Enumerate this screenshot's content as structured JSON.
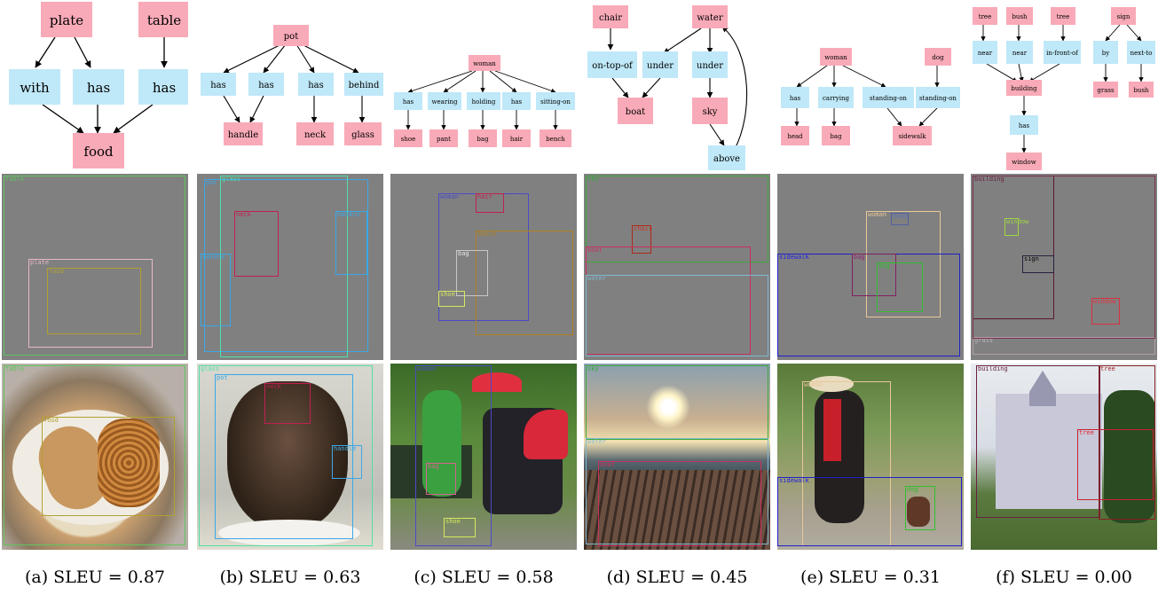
{
  "figure": {
    "columns": [
      {
        "caption": "(a) SLEU = 0.87",
        "graph": {
          "objects": [
            "plate",
            "table",
            "food"
          ],
          "relations": [
            "with",
            "has",
            "has"
          ]
        },
        "layout_boxes": [
          "table",
          "plate",
          "food"
        ],
        "photo_boxes": [
          "table",
          "food"
        ]
      },
      {
        "caption": "(b) SLEU = 0.63",
        "graph": {
          "objects": [
            "pot",
            "handle",
            "neck",
            "glass"
          ],
          "relations": [
            "has",
            "has",
            "has",
            "behind"
          ]
        },
        "layout_boxes": [
          "pot",
          "glass",
          "neck",
          "handle",
          "handle"
        ],
        "photo_boxes": [
          "glass",
          "pot",
          "neck",
          "handle"
        ]
      },
      {
        "caption": "(c) SLEU = 0.58",
        "graph": {
          "objects": [
            "woman",
            "shoe",
            "pant",
            "bag",
            "hair",
            "bench"
          ],
          "relations": [
            "has",
            "wearing",
            "holding",
            "has",
            "sitting-on"
          ]
        },
        "layout_boxes": [
          "woman",
          "hair",
          "bench",
          "bag",
          "shoe"
        ],
        "photo_boxes": [
          "woman",
          "bag",
          "shoe"
        ]
      },
      {
        "caption": "(d) SLEU = 0.45",
        "graph": {
          "objects": [
            "chair",
            "water",
            "boat",
            "sky"
          ],
          "relations": [
            "on-top-of",
            "under",
            "under",
            "above"
          ]
        },
        "layout_boxes": [
          "sky",
          "chair",
          "boat",
          "water"
        ],
        "photo_boxes": [
          "sky",
          "water",
          "boat"
        ]
      },
      {
        "caption": "(e) SLEU = 0.31",
        "graph": {
          "objects": [
            "woman",
            "dog",
            "head",
            "bag",
            "sidewalk"
          ],
          "relations": [
            "has",
            "carrying",
            "standing-on",
            "standing-on"
          ]
        },
        "layout_boxes": [
          "woman",
          "head",
          "sidewalk",
          "bag",
          "dog"
        ],
        "photo_boxes": [
          "woman",
          "sidewalk",
          "dog"
        ]
      },
      {
        "caption": "(f) SLEU = 0.00",
        "graph": {
          "objects": [
            "tree",
            "bush",
            "tree",
            "sign",
            "building",
            "grass",
            "bush",
            "window"
          ],
          "relations": [
            "near",
            "near",
            "in-front-of",
            "by",
            "next-to",
            "has"
          ]
        },
        "layout_boxes": [
          "building",
          "window",
          "sign",
          "window",
          "grass"
        ],
        "photo_boxes": [
          "building",
          "tree",
          "tree"
        ]
      }
    ]
  },
  "colors": {
    "object_node": "#f8aab8",
    "relation_node": "#bfe8f8",
    "layout_bg": "#808080"
  }
}
